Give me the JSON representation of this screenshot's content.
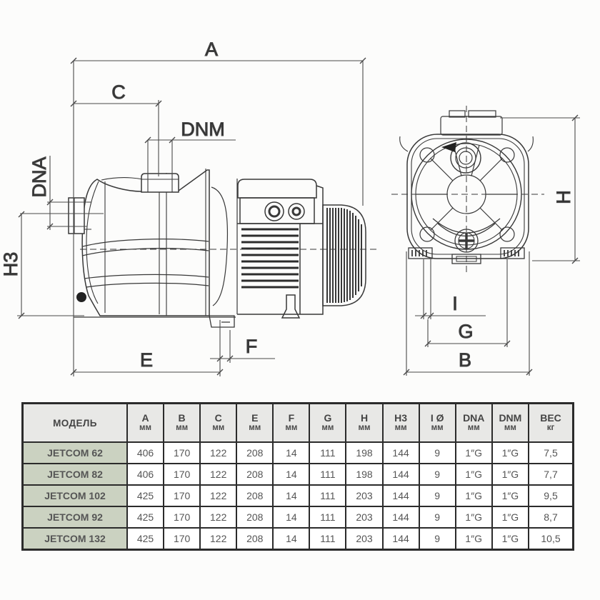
{
  "colors": {
    "page_bg": "#fcfcfb",
    "header_gray": "#e8e8e6",
    "model_green": "#cbd2c1",
    "drawing_line": "#383838"
  },
  "diagram": {
    "description": "jet-pump dimensional drawing, side view and front view",
    "labels": {
      "A": "A",
      "C": "C",
      "DNM": "DNM",
      "DNA": "DNA",
      "H3": "H3",
      "E": "E",
      "F": "F",
      "H": "H",
      "I": "I",
      "G": "G",
      "B": "B"
    }
  },
  "table": {
    "model_header": "МОДЕЛЬ",
    "columns": [
      {
        "label": "A",
        "unit": "мм"
      },
      {
        "label": "B",
        "unit": "мм"
      },
      {
        "label": "C",
        "unit": "мм"
      },
      {
        "label": "E",
        "unit": "мм"
      },
      {
        "label": "F",
        "unit": "мм"
      },
      {
        "label": "G",
        "unit": "мм"
      },
      {
        "label": "H",
        "unit": "мм"
      },
      {
        "label": "H3",
        "unit": "мм"
      },
      {
        "label": "I Ø",
        "unit": "мм"
      },
      {
        "label": "DNA",
        "unit": "мм"
      },
      {
        "label": "DNM",
        "unit": "мм"
      },
      {
        "label": "ВЕС",
        "unit": "кг"
      }
    ],
    "rows": [
      {
        "model": "JETCOM 62",
        "values": [
          "406",
          "170",
          "122",
          "208",
          "14",
          "111",
          "198",
          "144",
          "9",
          "1″G",
          "1″G",
          "7,5"
        ]
      },
      {
        "model": "JETCOM 82",
        "values": [
          "406",
          "170",
          "122",
          "208",
          "14",
          "111",
          "198",
          "144",
          "9",
          "1″G",
          "1″G",
          "7,7"
        ]
      },
      {
        "model": "JETCOM 102",
        "values": [
          "425",
          "170",
          "122",
          "208",
          "14",
          "111",
          "203",
          "144",
          "9",
          "1″G",
          "1″G",
          "9,5"
        ]
      },
      {
        "model": "JETCOM 92",
        "values": [
          "425",
          "170",
          "122",
          "208",
          "14",
          "111",
          "203",
          "144",
          "9",
          "1″G",
          "1″G",
          "8,7"
        ]
      },
      {
        "model": "JETCOM 132",
        "values": [
          "425",
          "170",
          "122",
          "208",
          "14",
          "111",
          "203",
          "144",
          "9",
          "1″G",
          "1″G",
          "10,5"
        ]
      }
    ]
  }
}
